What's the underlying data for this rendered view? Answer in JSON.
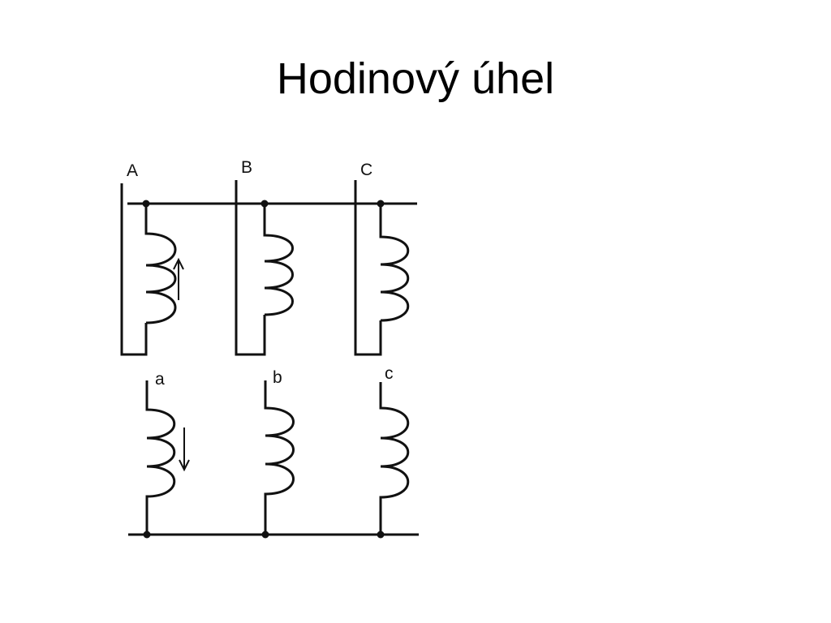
{
  "slide": {
    "title": "Hodinový úhel"
  },
  "diagram": {
    "primary_labels": [
      "A",
      "B",
      "C"
    ],
    "secondary_labels": [
      "a",
      "b",
      "c"
    ],
    "primary_arrow": "up-arrow",
    "secondary_arrow": "down-arrow"
  }
}
